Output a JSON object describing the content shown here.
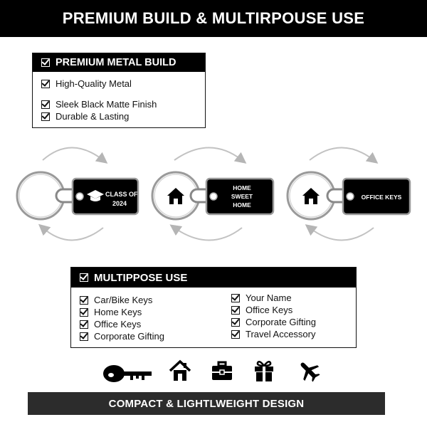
{
  "header": {
    "title": "PREMIUM BUILD & MULTIRPOUSE USE"
  },
  "build_box": {
    "title": "PREMIUM METAL BUILD",
    "items": [
      "High-Quality Metal",
      "Sleek Black Matte Finish",
      "Durable & Lasting"
    ]
  },
  "keychains": [
    {
      "tag_lines": [
        "CLASS OF",
        "2024"
      ],
      "icon": "graduation-cap-icon"
    },
    {
      "tag_lines": [
        "HOME",
        "SWEET",
        "HOME"
      ],
      "icon": "house-icon"
    },
    {
      "tag_lines": [
        "OFFICE KEYS"
      ],
      "icon": "house-icon"
    }
  ],
  "use_box": {
    "title": "MULTIPPOSE USE",
    "left_items": [
      "Car/Bike Keys",
      "Home Keys",
      "Office Keys",
      "Corporate Gifting"
    ],
    "right_items": [
      "Your Name",
      "Office Keys",
      "Corporate Gifting",
      "Travel Accessory"
    ]
  },
  "icons": [
    "key-icon",
    "house-icon",
    "briefcase-icon",
    "gift-icon",
    "airplane-icon"
  ],
  "footer": {
    "text": "COMPACT & LIGHTLWEIGHT DESIGN"
  },
  "colors": {
    "banner": "#000000",
    "footer_bar": "#2c2c2c",
    "tag": "#000000",
    "arrow": "#b5b5b5"
  }
}
